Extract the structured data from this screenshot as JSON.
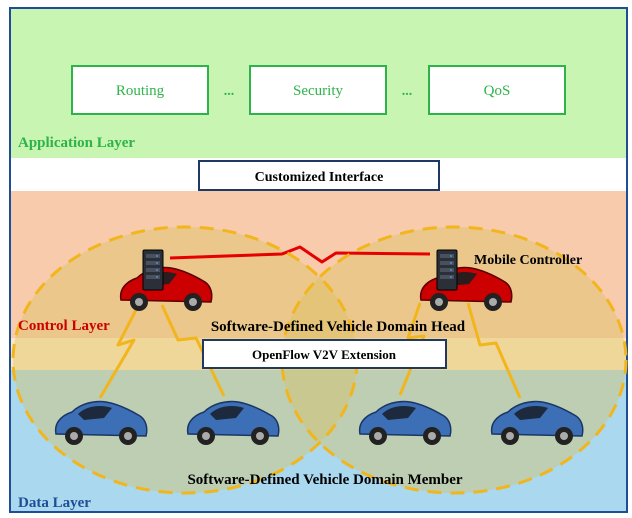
{
  "application_layer": {
    "title": "Application Layer",
    "modules": [
      "Routing",
      "Security",
      "QoS"
    ],
    "ellipsis": "..."
  },
  "interfaces": {
    "northbound": "Customized Interface",
    "southbound": "OpenFlow V2V Extension"
  },
  "control_layer": {
    "title": "Control Layer",
    "controller_label": "Mobile Controller",
    "head_label": "Software-Defined Vehicle Domain Head"
  },
  "data_layer": {
    "title": "Data Layer",
    "member_label": "Software-Defined Vehicle Domain Member"
  },
  "colors": {
    "application_bg": "#c9f5b2",
    "control_bg": "#f8cbad",
    "openflow_band": "#fde7c2",
    "data_bg": "#a9d8ef",
    "domain_overlay": "#d8c060",
    "domain_border": "#f2b51b",
    "head_car": "#cc0000",
    "member_car": "#3d6fb6",
    "link": "#e60000",
    "app_text": "#2eb34a",
    "control_text": "#cc0000",
    "data_text": "#1f4e96"
  }
}
